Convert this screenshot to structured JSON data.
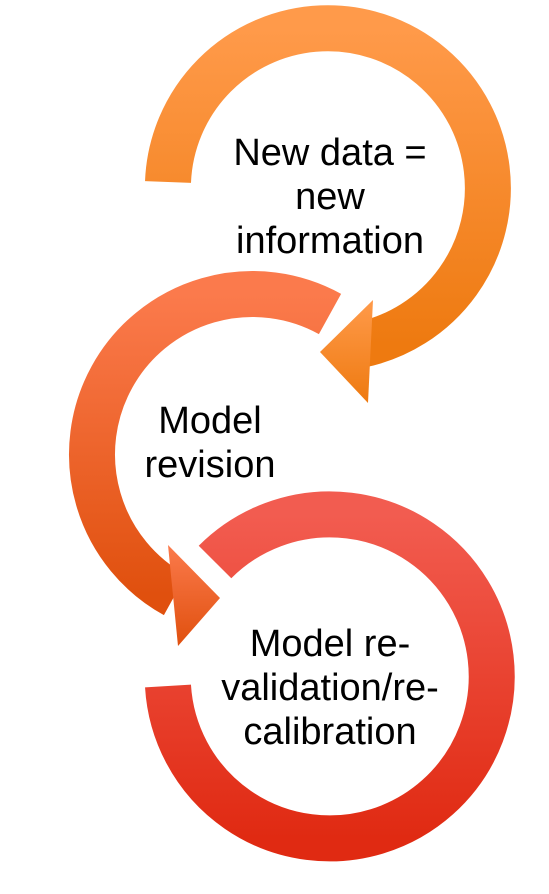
{
  "diagram": {
    "steps": [
      {
        "lines": [
          "New data =",
          "new",
          "information"
        ],
        "color_top": "#FF9A4A",
        "color_bottom": "#EE7A10"
      },
      {
        "lines": [
          "Model",
          "revision"
        ],
        "color_top": "#FB7A4C",
        "color_bottom": "#E0500E"
      },
      {
        "lines": [
          "Model re-",
          "validation/re-",
          "calibration"
        ],
        "color_top": "#F25C50",
        "color_bottom": "#E02A12"
      }
    ]
  }
}
